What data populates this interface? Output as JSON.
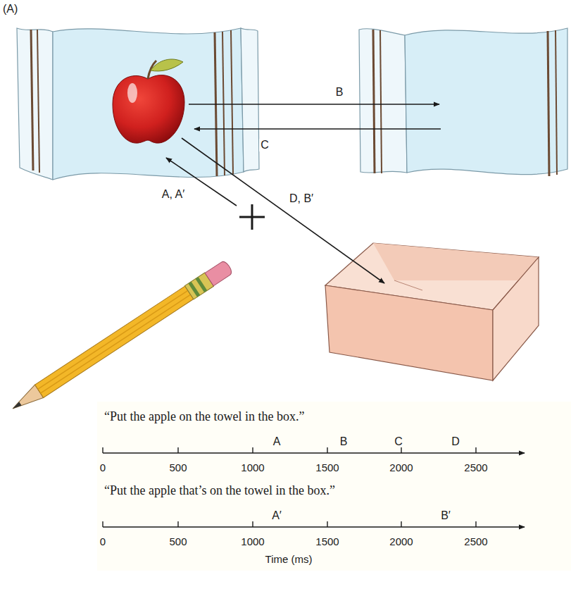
{
  "diagram": {
    "labels": [
      "(A)",
      "B",
      "C",
      "A, A′",
      "D, B′",
      "“Put the apple on the towel in the box.”",
      "A",
      "B",
      "C",
      "D",
      "0",
      "500",
      "1000",
      "1500",
      "2000",
      "2500",
      "“Put the apple that’s on the towel in the box.”",
      "A′",
      "B′",
      "0",
      "500",
      "1000",
      "1500",
      "2000",
      "2500",
      "Time (ms)"
    ]
  }
}
